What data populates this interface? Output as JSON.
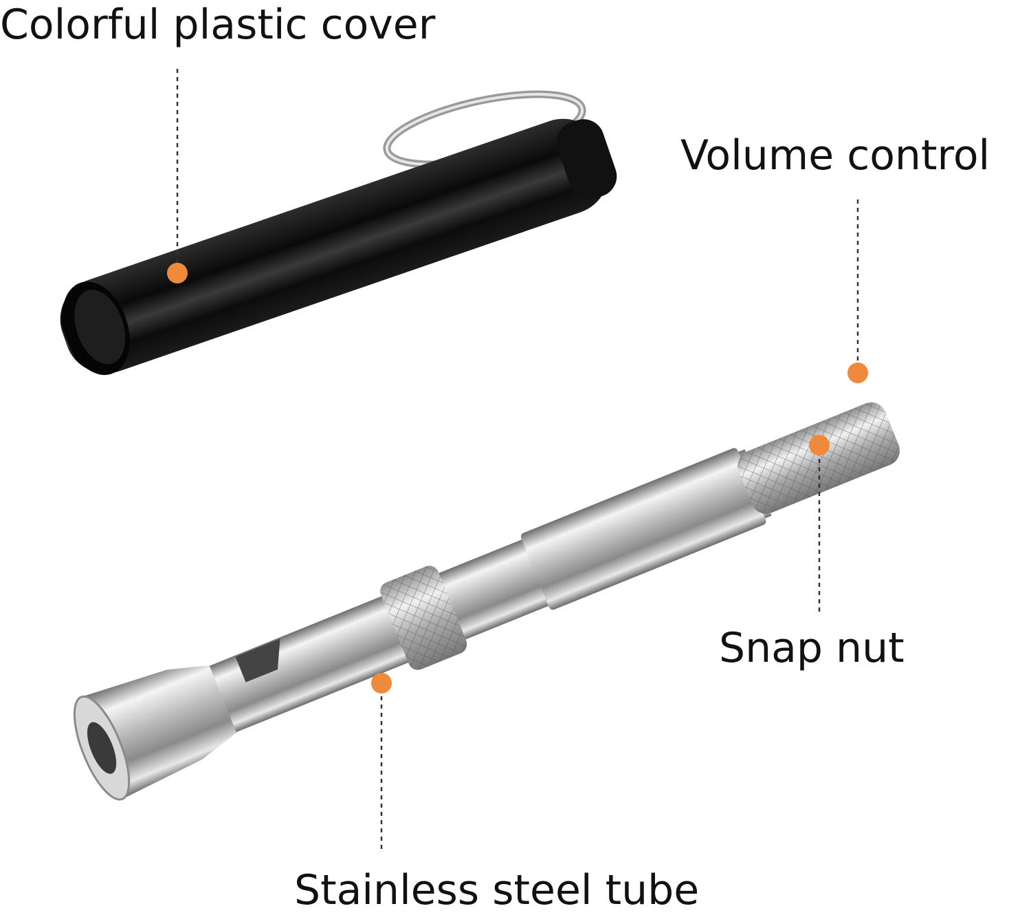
{
  "labels": {
    "cover": "Colorful plastic cover",
    "volume": "Volume control",
    "snap": "Snap nut",
    "tube": "Stainless steel tube"
  },
  "colors": {
    "marker": "#ef8a3c",
    "leader_line": "#333333",
    "cover_body": "#0e0e0e",
    "steel": "#c9c9c9"
  }
}
